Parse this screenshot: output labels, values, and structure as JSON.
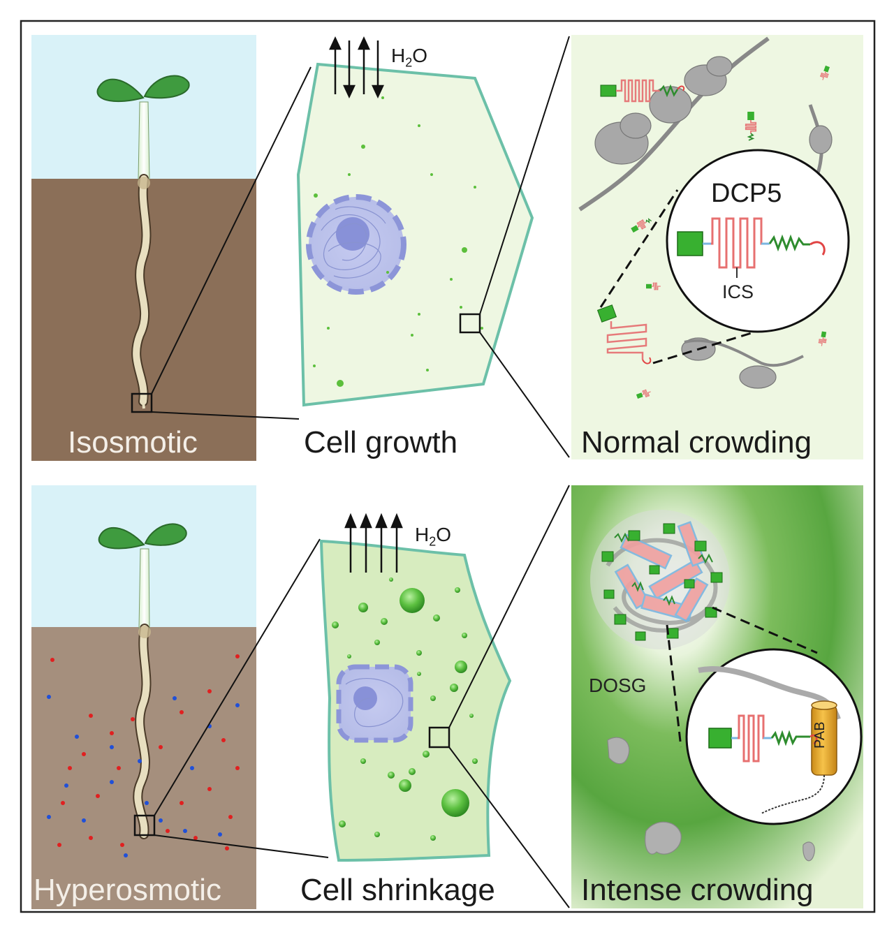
{
  "top_row": {
    "soil_label": "Isosmotic",
    "cell_label": "Cell growth",
    "water_label": "H",
    "water_sub": "2",
    "water_tail": "O",
    "zoom_label": "Normal crowding",
    "protein_name": "DCP5",
    "domain_label": "ICS"
  },
  "bottom_row": {
    "soil_label": "Hyperosmotic",
    "cell_label": "Cell shrinkage",
    "water_label": "H",
    "water_sub": "2",
    "water_tail": "O",
    "zoom_label": "Intense crowding",
    "granule_label": "DOSG",
    "pab_label": "PAB"
  },
  "colors": {
    "sky": "#d9f2f8",
    "soil_iso": "#8b6f58",
    "soil_hyper": "#a58f7d",
    "leaf": "#3f9b3f",
    "cell_fill": "#eef7e2",
    "cell_fill_shrunk": "#d7ecbf",
    "cell_wall": "#6cc0a8",
    "nucleus": "#a9b1e6",
    "granule_green": "#47b534",
    "ion_red": "#e02020",
    "ion_blue": "#2050d8",
    "protein_red": "#ee8080",
    "protein_blue": "#7ab6e0",
    "pab_gold": "#f0b030"
  }
}
